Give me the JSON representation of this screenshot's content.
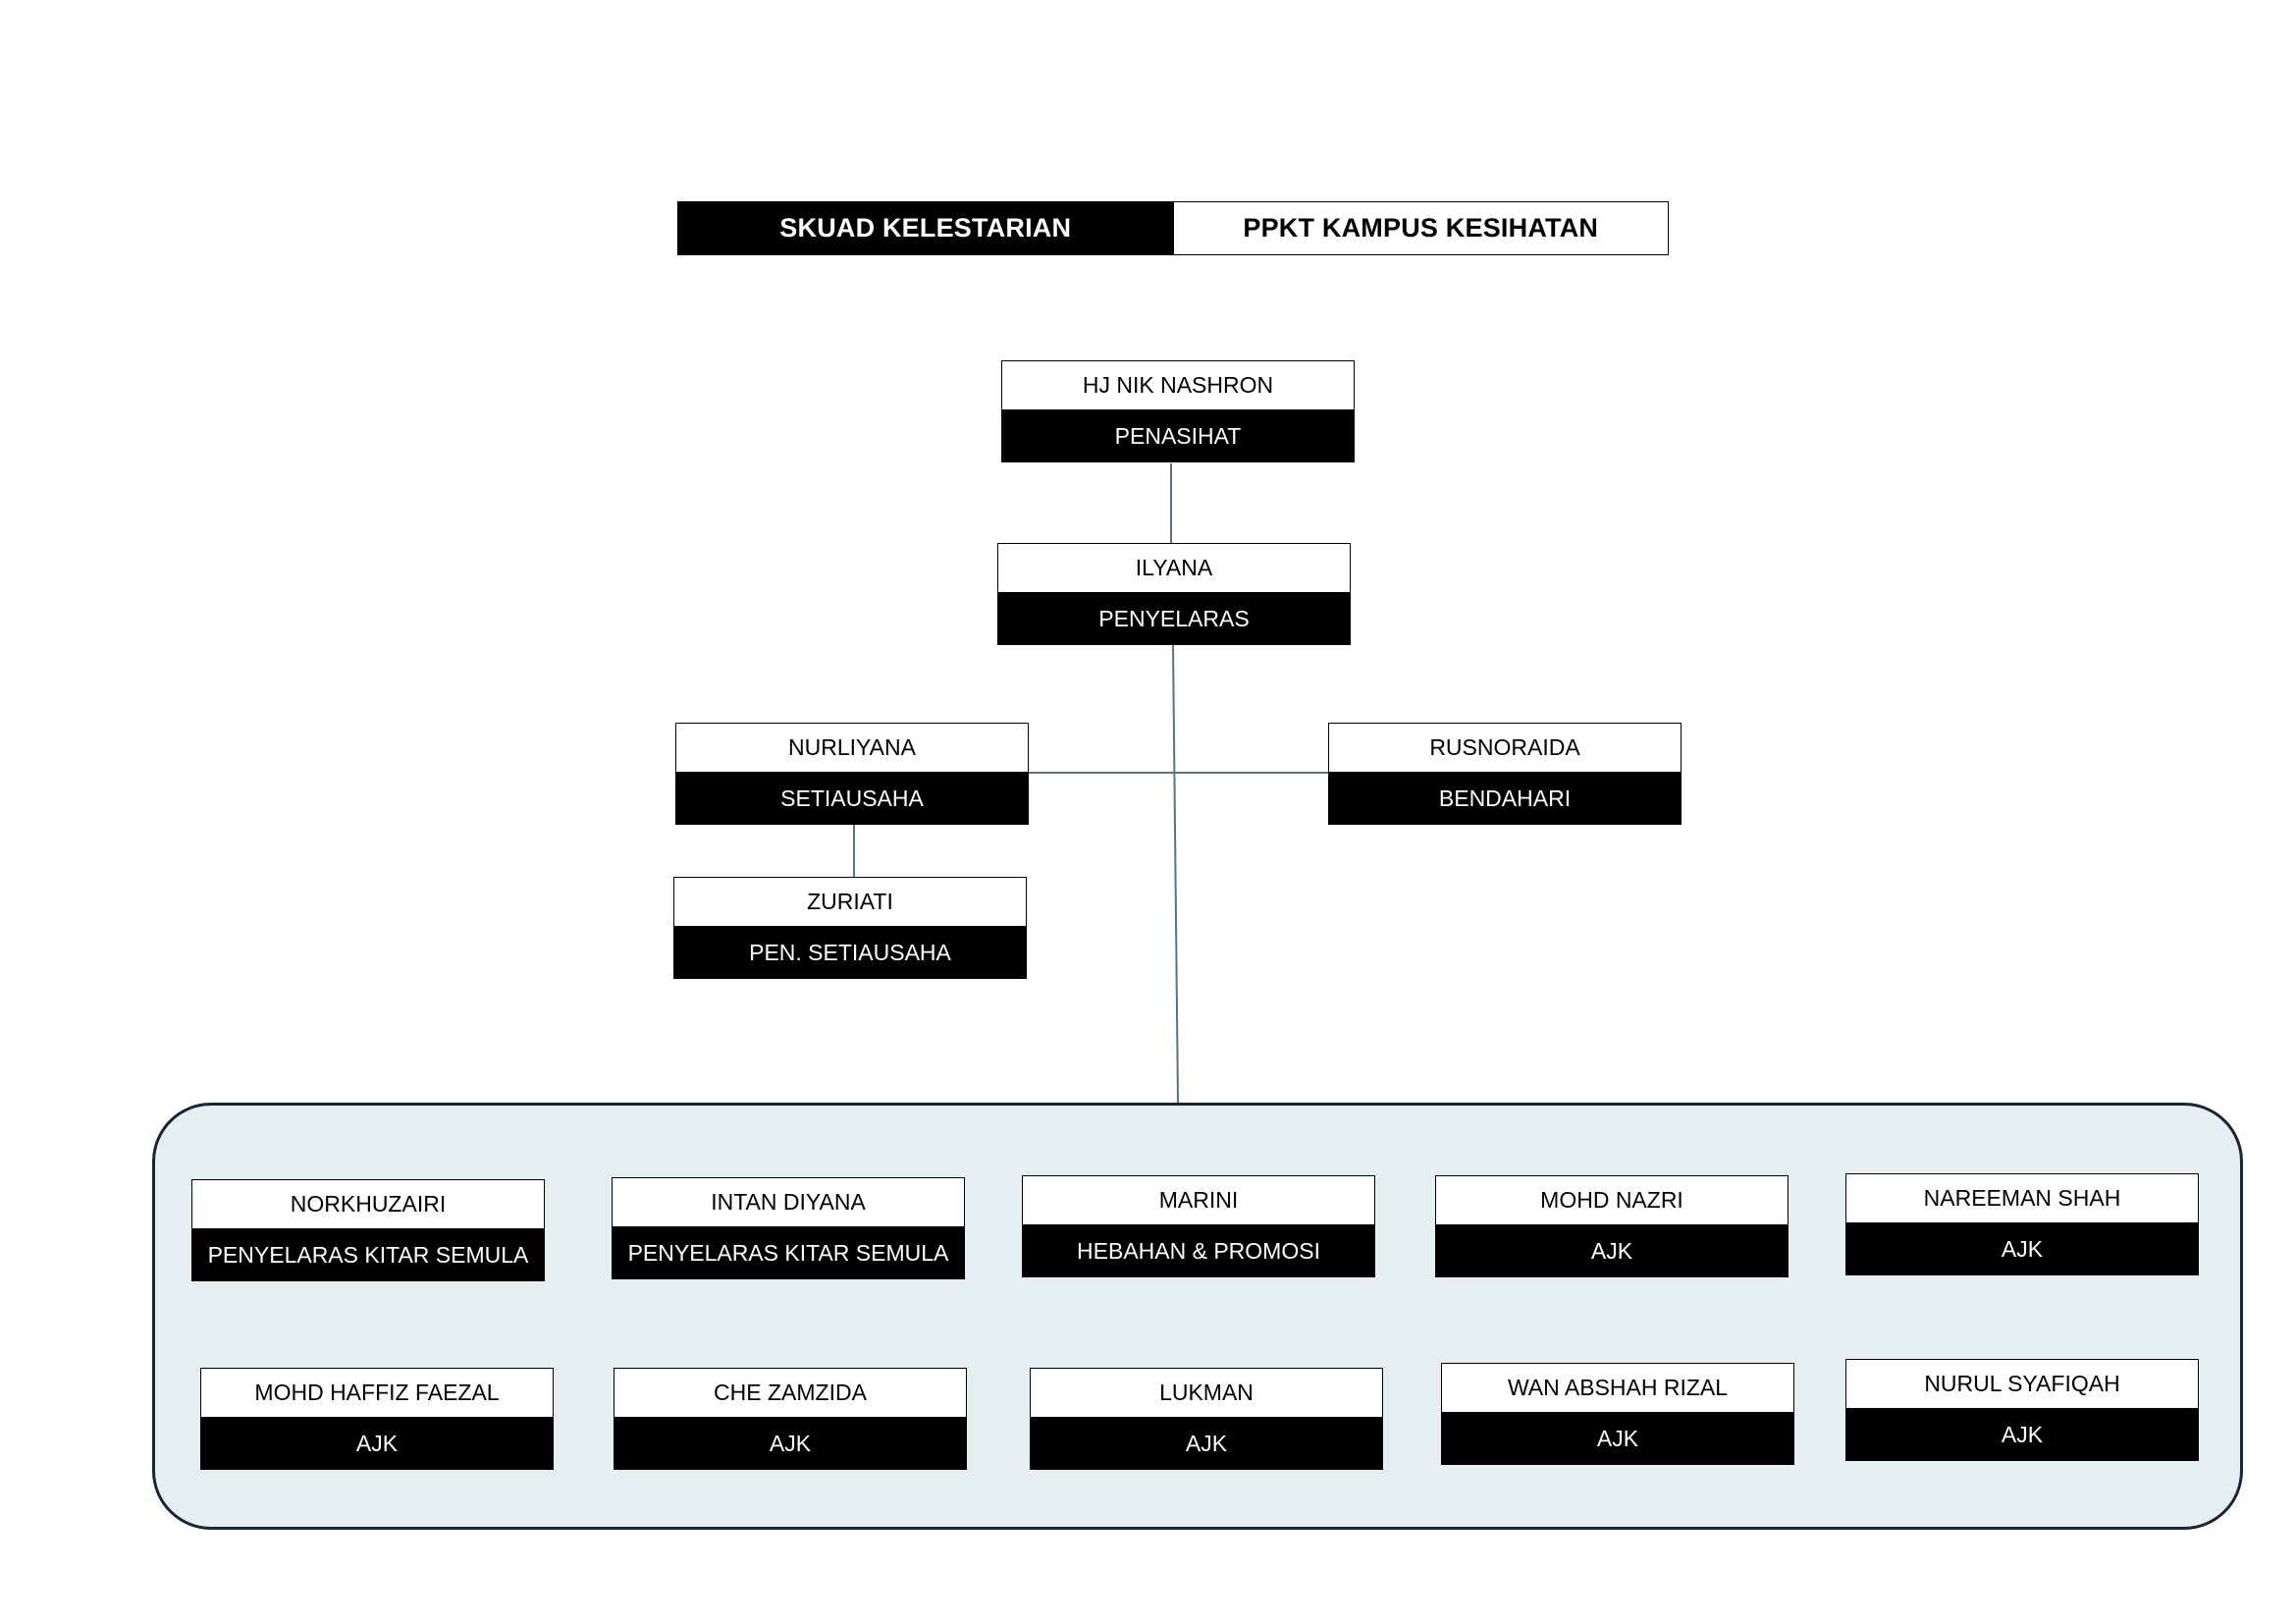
{
  "title": {
    "left": "SKUAD KELESTARIAN",
    "right": "PPKT KAMPUS KESIHATAN"
  },
  "leadership": [
    {
      "id": "penasihat",
      "name": "HJ NIK NASHRON",
      "role": "PENASIHAT"
    },
    {
      "id": "penyelaras",
      "name": "ILYANA",
      "role": "PENYELARAS"
    },
    {
      "id": "setiausaha",
      "name": "NURLIYANA",
      "role": "SETIAUSAHA"
    },
    {
      "id": "bendahari",
      "name": "RUSNORAIDA",
      "role": "BENDAHARI"
    },
    {
      "id": "pen-setiausaha",
      "name": "ZURIATI",
      "role": "PEN. SETIAUSAHA"
    }
  ],
  "committee": [
    {
      "name": "NORKHUZAIRI",
      "role": "PENYELARAS KITAR SEMULA"
    },
    {
      "name": "INTAN DIYANA",
      "role": "PENYELARAS KITAR SEMULA"
    },
    {
      "name": "MARINI",
      "role": "HEBAHAN & PROMOSI"
    },
    {
      "name": "MOHD NAZRI",
      "role": "AJK"
    },
    {
      "name": "NAREEMAN SHAH",
      "role": "AJK"
    },
    {
      "name": "MOHD HAFFIZ FAEZAL",
      "role": "AJK"
    },
    {
      "name": "CHE ZAMZIDA",
      "role": "AJK"
    },
    {
      "name": "LUKMAN",
      "role": "AJK"
    },
    {
      "name": "WAN ABSHAH RIZAL",
      "role": "AJK"
    },
    {
      "name": "NURUL SYAFIQAH",
      "role": "AJK"
    }
  ],
  "colors": {
    "box_fill": "#000000",
    "panel_fill": "#e5eef1",
    "panel_border": "#16263a",
    "connector": "#5a7384"
  }
}
